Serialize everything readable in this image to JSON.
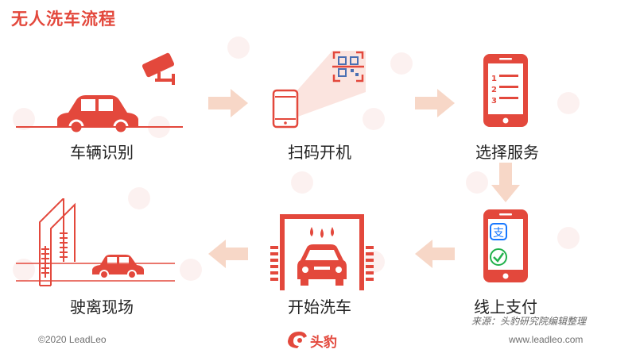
{
  "title": "无人洗车流程",
  "steps": {
    "recognize": "车辆识别",
    "scan": "扫码开机",
    "select": "选择服务",
    "pay": "线上支付",
    "wash": "开始洗车",
    "leave": "驶离现场"
  },
  "source": "来源：头豹研究院编辑整理",
  "footer": {
    "copyright": "©2020 LeadLeo",
    "website": "www.leadleo.com",
    "logo": "头豹"
  },
  "colors": {
    "accent": "#e3483c",
    "arrow": "#f7d7c7",
    "text": "#222222"
  },
  "icons": [
    "car-icon",
    "camera-icon",
    "phone-icon",
    "qr-code-icon",
    "list-phone-icon",
    "pay-phone-icon",
    "car-wash-icon",
    "car-wash-tunnel-icon",
    "arrow-icon",
    "leopard-logo-icon"
  ]
}
